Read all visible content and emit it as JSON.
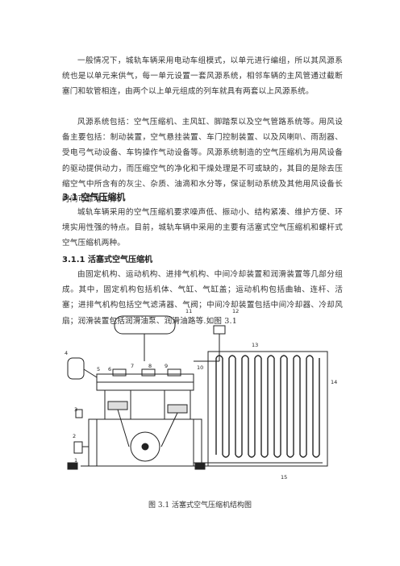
{
  "paragraphs": {
    "p1": "一般情况下，城轨车辆采用电动车组模式，以单元进行编组，所以其风源系统也是以单元来供气，每一单元设置一套风源系统，相邻车辆的主风管通过截断塞门和软管相连，由两个以上单元组成的列车就具有两套以上风源系统。",
    "p2": "风源系统包括：空气压缩机、主风缸、脚踏泵以及空气管路系统等。用风设备主要包括：制动装置，空气悬挂装置、车门控制装置、以及风喇叭、雨刮器、受电弓气动设备、车钩操作气动设备等。风源系统制造的空气压缩机为用风设备的驱动提供动力，而压缩空气的净化和干燥处理是不可或缺的，其目的是除去压缩空气中所含有的灰尘、杂质、油滴和水分等，保证制动系统及其他用风设备长时间可靠地工作。",
    "p3": "城轨车辆采用的空气压缩机要求噪声低、振动小、结构紧凑、维护方便、环境实用性强的特点。目前，城轨车辆中采用的主要有活塞式空气压缩机和螺杆式空气压缩机两种。",
    "p4": "由固定机构、运动机构、进排气机构、中间冷却装置和润滑装置等几部分组成。其中，固定机构包括机体、气缸、气缸盖；运动机构包括曲轴、连杆、活塞；进排气机构包括空气滤清器、气阀；中间冷却装置包括中间冷却器、冷却风扇；润滑装置包括润滑油泵、润滑油路等.如图 3.1"
  },
  "headings": {
    "section": "3.1  空气压缩机",
    "subsection": "3.1.1  活塞式空气压缩机"
  },
  "figure": {
    "callouts": [
      "1",
      "2",
      "3",
      "4",
      "5",
      "6",
      "7",
      "8",
      "9",
      "10",
      "11",
      "12",
      "13",
      "14",
      "15"
    ],
    "caption": "图 3.1 活塞式空气压缩机结构图"
  }
}
